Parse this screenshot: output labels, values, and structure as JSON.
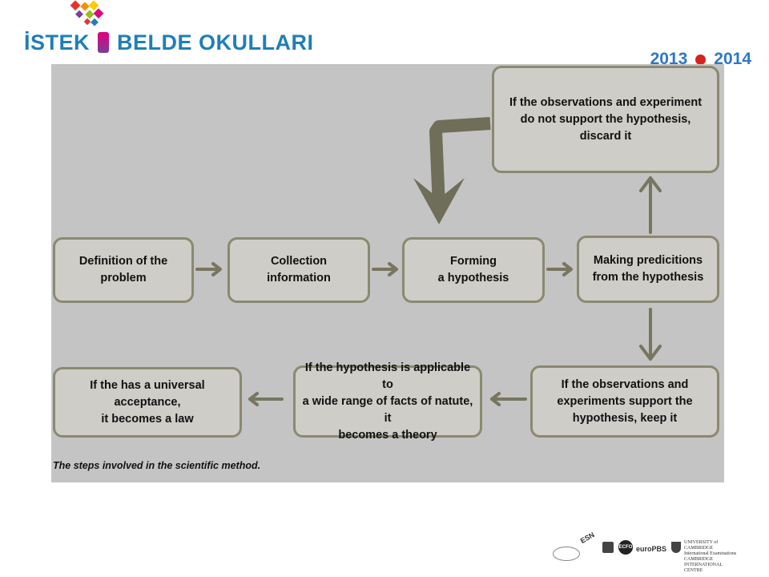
{
  "header": {
    "logo_left": "İSTEK",
    "logo_right": "BELDE OKULLARI",
    "year_start": "2013",
    "year_end": "2014",
    "logo_colors": [
      "#e6332a",
      "#f39200",
      "#ffcc00",
      "#95c11f",
      "#1f7fb7",
      "#7a3f98",
      "#e5007d"
    ]
  },
  "diagram": {
    "boxes": {
      "definition": "Definition of the\nproblem",
      "collection": "Collection\ninformation",
      "forming": "Forming\na hypothesis",
      "predictions": "Making predicitions\nfrom the hypothesis",
      "discard": "If the observations and experiment\ndo not support the hypothesis,\ndiscard it",
      "keep": "If the observations and\nexperiments support the\nhypothesis, keep it",
      "theory": "If the hypothesis is applicable to\na wide range of facts of natute, it\nbecomes a theory",
      "law": "If the has a universal acceptance,\nit becomes a law"
    },
    "caption": "The steps involved in the scientific method.",
    "colors": {
      "panel": "#c4c4c4",
      "box_fill": "#cfcdc7",
      "border": "#8b8970",
      "arrow": "#77765f"
    }
  },
  "footer": {
    "esn_label": "ESN",
    "circle_label": "ECFO",
    "pbs_label": "euroPBS",
    "cambridge_label": "UNIVERSITY of CAMBRIDGE\nInternational Examinations\nCAMBRIDGE INTERNATIONAL CENTRE"
  }
}
